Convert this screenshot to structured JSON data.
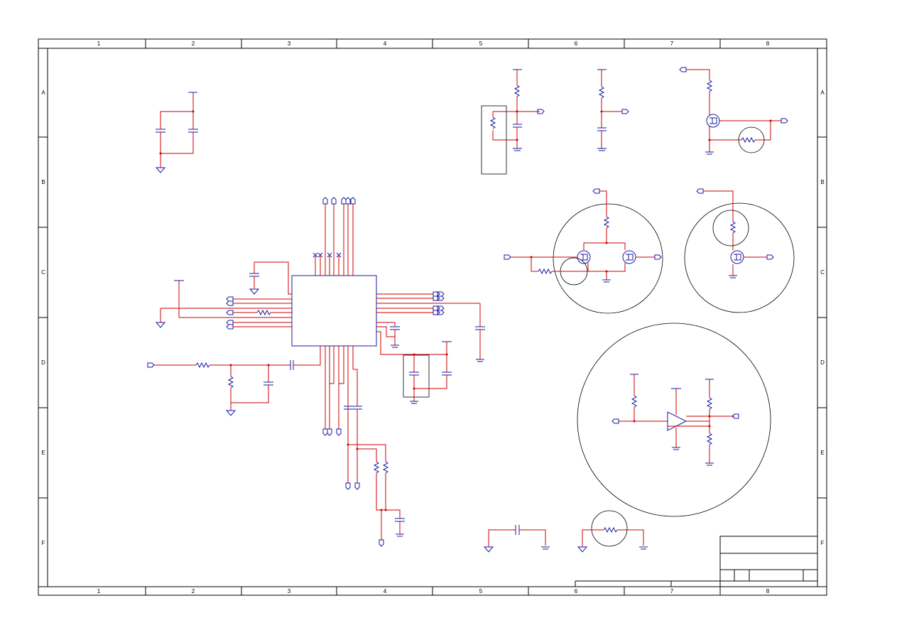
{
  "sheet": {
    "column_labels": [
      "1",
      "2",
      "3",
      "4",
      "5",
      "6",
      "7",
      "8"
    ],
    "row_labels": [
      "A",
      "B",
      "C",
      "D",
      "E",
      "F"
    ]
  },
  "colors": {
    "wire": "#cc0000",
    "symbol": "#1a1aa0",
    "frame": "#000000"
  }
}
